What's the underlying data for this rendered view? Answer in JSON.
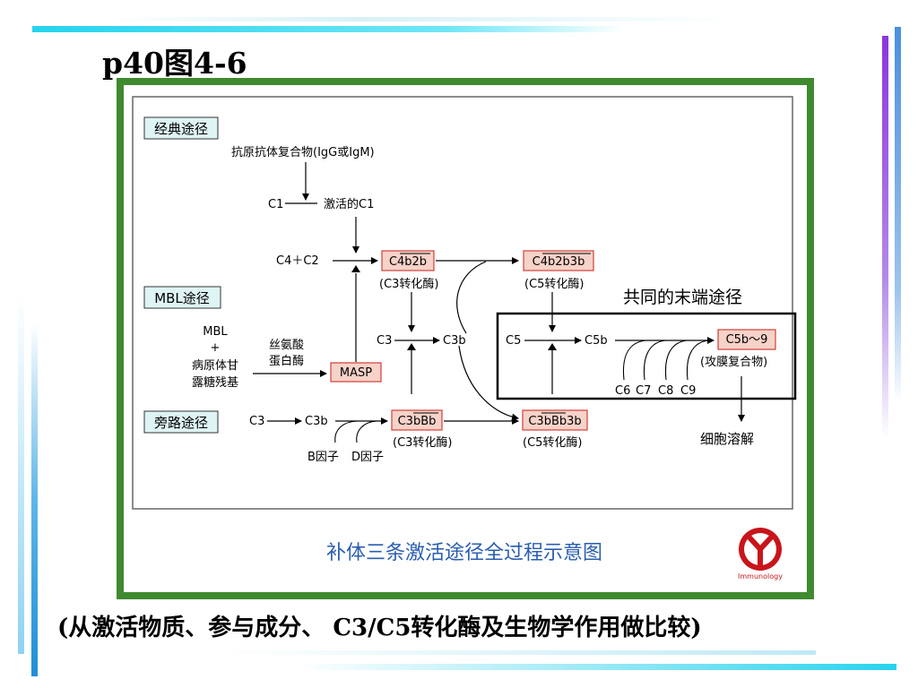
{
  "slide": {
    "title": "p40图4-6",
    "caption": "(从激活物质、参与成分、 C3/C5转化酶及生物学作用做比较)"
  },
  "diagram": {
    "pathway_classic": "经典途径",
    "pathway_mbl": "MBL途径",
    "pathway_alt": "旁路途径",
    "antigen_antibody": "抗原抗体复合物(IgG或IgM)",
    "c1": "C1",
    "activated_c1": "激活的C1",
    "c4_c2": "C4＋C2",
    "c4b2b": "C4b2b",
    "c3_convertase_1": "(C3转化酶)",
    "c4b2b3b": "C4b2b3b",
    "c5_convertase_1": "(C5转化酶)",
    "common_terminal": "共同的末端途径",
    "mbl": "MBL",
    "plus": "+",
    "pathogen_sugar_line1": "病原体甘",
    "pathogen_sugar_line2": "露糖残基",
    "serine_protease_line1": "丝氨酸",
    "serine_protease_line2": "蛋白酶",
    "masp": "MASP",
    "c3_mid": "C3",
    "c3b_mid": "C3b",
    "c5": "C5",
    "c5b": "C5b",
    "c5b_9": "C5b～9",
    "mac": "(攻膜复合物)",
    "c6": "C6",
    "c7": "C7",
    "c8": "C8",
    "c9": "C9",
    "cell_lysis": "细胞溶解",
    "c3_alt": "C3",
    "c3b_alt": "C3b",
    "c3bbb": "C3bBb",
    "c3_convertase_2": "(C3转化酶)",
    "c3bbb3b": "C3bBb3b",
    "c5_convertase_2": "(C5转化酶)",
    "factor_b": "B因子",
    "factor_d": "D因子",
    "diagram_title": "补体三条激活途径全过程示意图",
    "logo_text": "Immunology"
  },
  "colors": {
    "frame_green": "#3f8a2f",
    "box_fill": "#f7d2c8",
    "box_stroke": "#d0403a",
    "label_box_fill": "#dff4f4",
    "title_blue": "#2a5db0",
    "logo_red": "#c8151b"
  }
}
